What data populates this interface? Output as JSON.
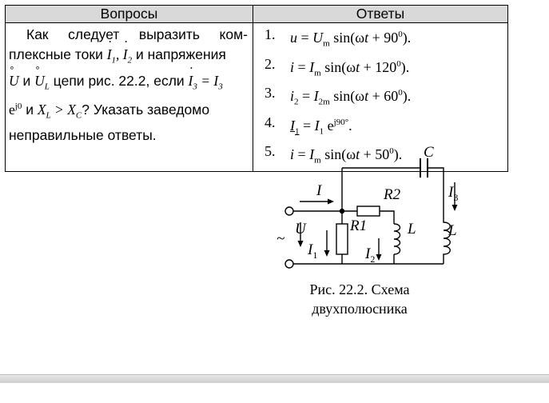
{
  "table": {
    "header_questions": "Вопросы",
    "header_answers": "Ответы",
    "question": {
      "l1": "Как следует выразить ком-",
      "l2_pre": "плексные токи ",
      "l2_post": " и напряжения",
      "l3_mid": " и ",
      "l3_post": " цепи рис. 22.2, если ",
      "l4_post": "? Указать заведомо",
      "l5": "неправильные ответы."
    },
    "answers": [
      {
        "num": "1."
      },
      {
        "num": "2."
      },
      {
        "num": "3."
      },
      {
        "num": "4."
      },
      {
        "num": "5."
      }
    ]
  },
  "circuit": {
    "labels": {
      "C": "C",
      "I": "I",
      "I3": "I",
      "I3_sub": "3",
      "R2": "R2",
      "R1": "R1",
      "U": "U",
      "L1": "L",
      "L2": "L",
      "I1": "I",
      "I1_sub": "1",
      "I2": "I",
      "I2_sub": "2",
      "tilde": "~"
    }
  },
  "caption": {
    "line1": "Рис. 22.2. Схема",
    "line2": "двухполюсника"
  }
}
